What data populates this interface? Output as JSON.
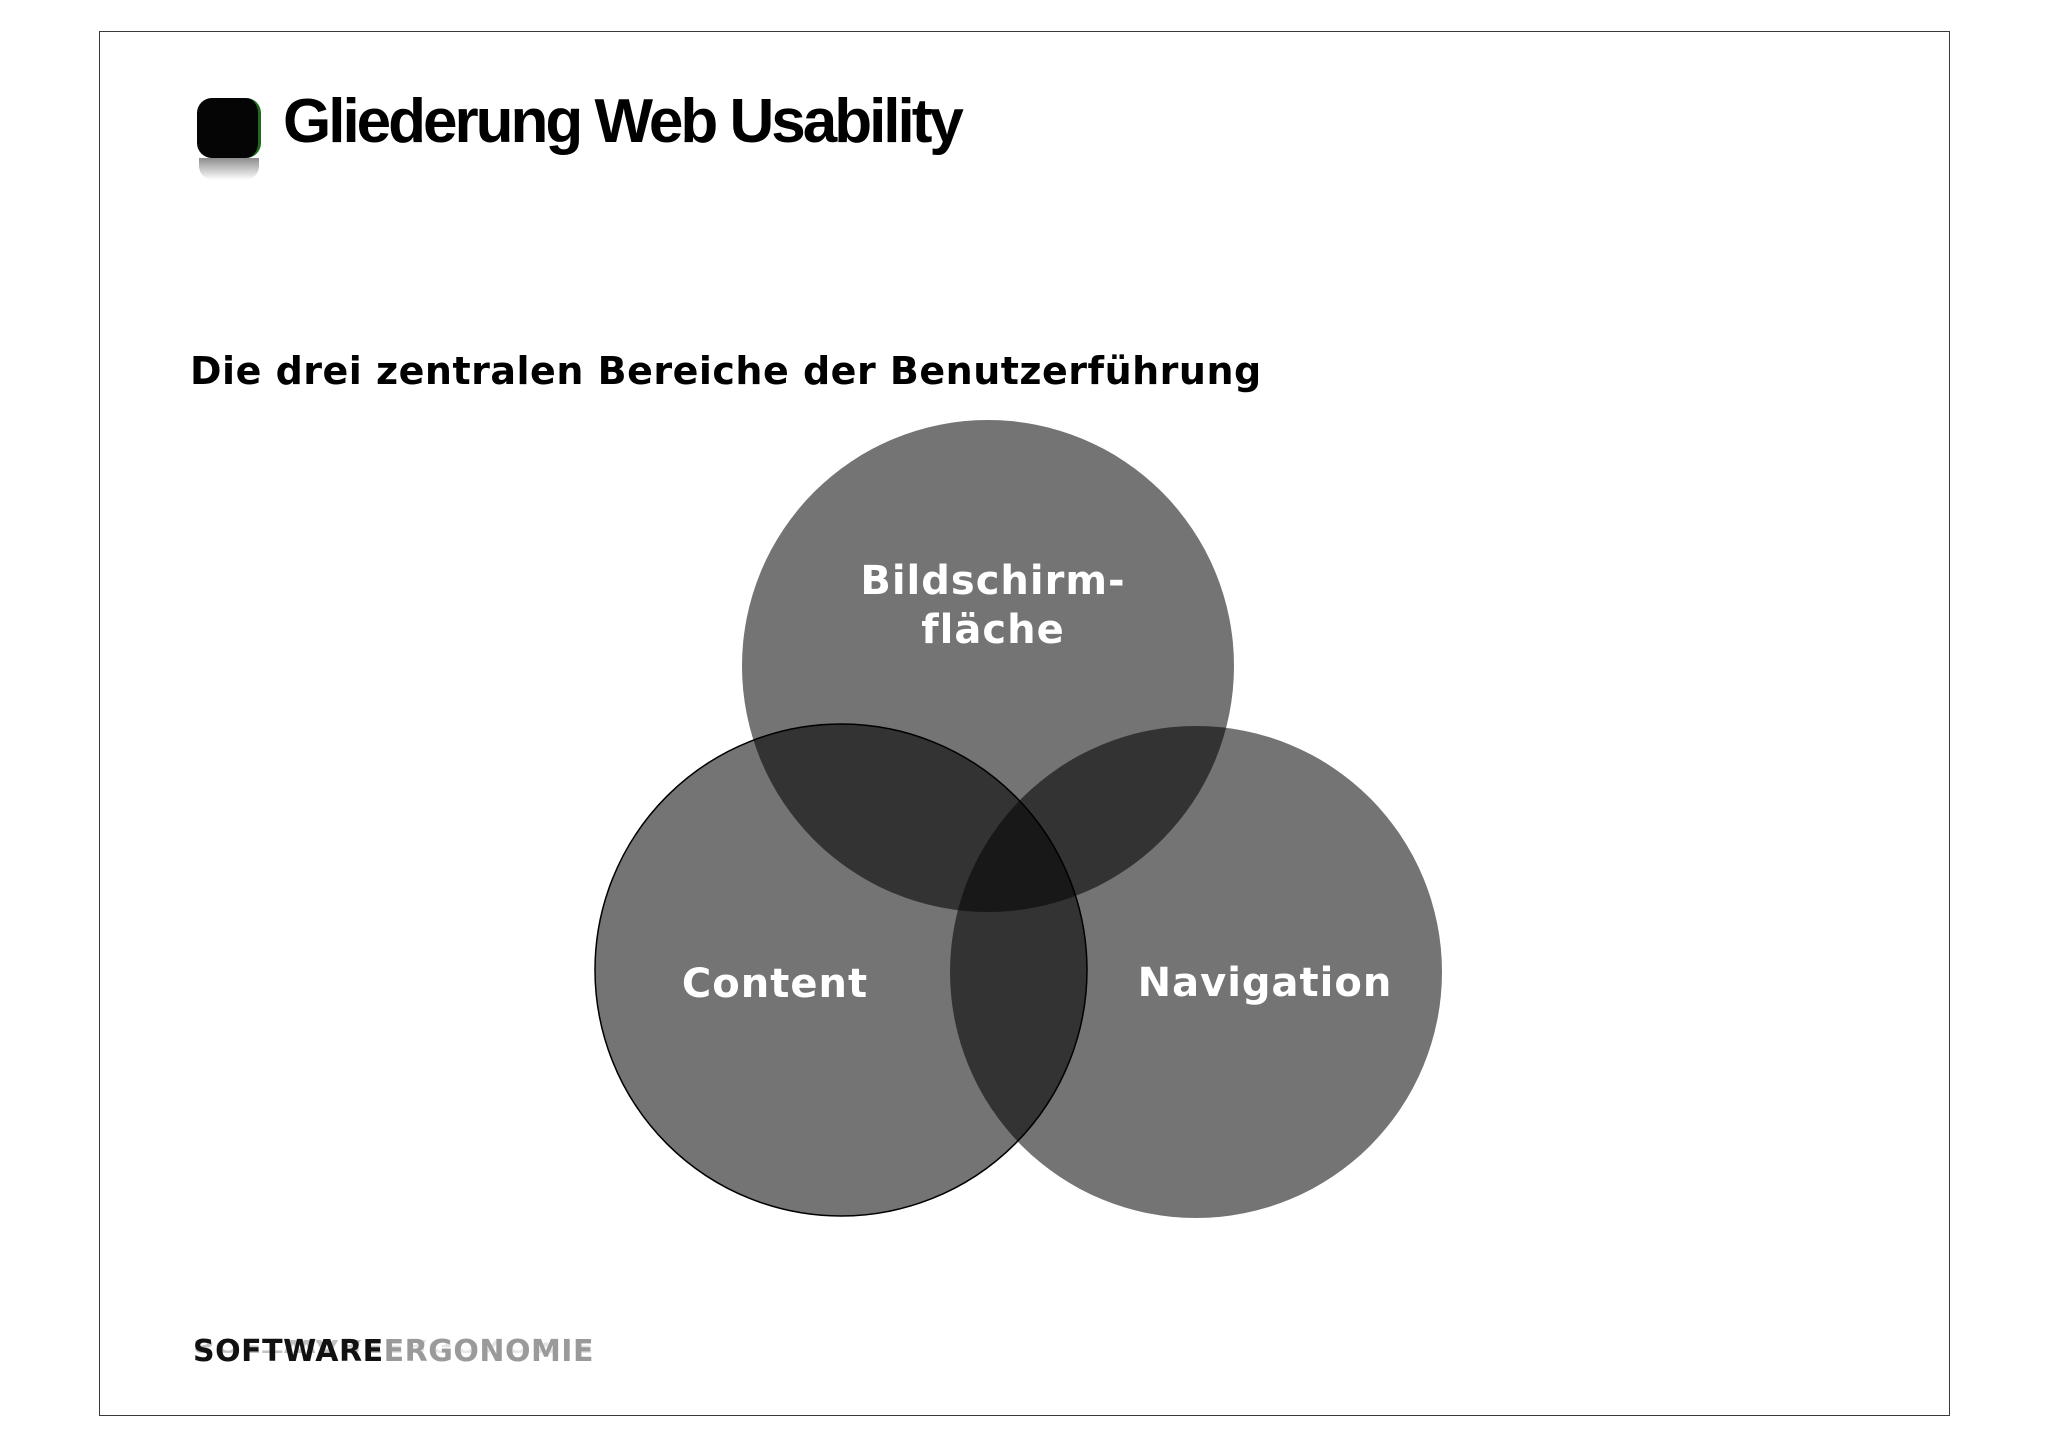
{
  "slide": {
    "title": "Gliederung Web Usability",
    "subtitle": "Die drei zentralen Bereiche der Benutzerführung"
  },
  "venn": {
    "circles": [
      {
        "id": "bildschirmflaeche",
        "label_line_1": "Bildschirm-",
        "label_line_2": "fläche"
      },
      {
        "id": "content",
        "label": "Content"
      },
      {
        "id": "navigation",
        "label": "Navigation"
      }
    ]
  },
  "footer": {
    "logo_part_1": "SOFTWARE",
    "logo_part_2": "ERGONOMIE"
  },
  "colors": {
    "circle_fill": "#747474",
    "two_overlap": "#333333",
    "three_overlap": "#181818",
    "text_on_circle": "#ffffff"
  }
}
